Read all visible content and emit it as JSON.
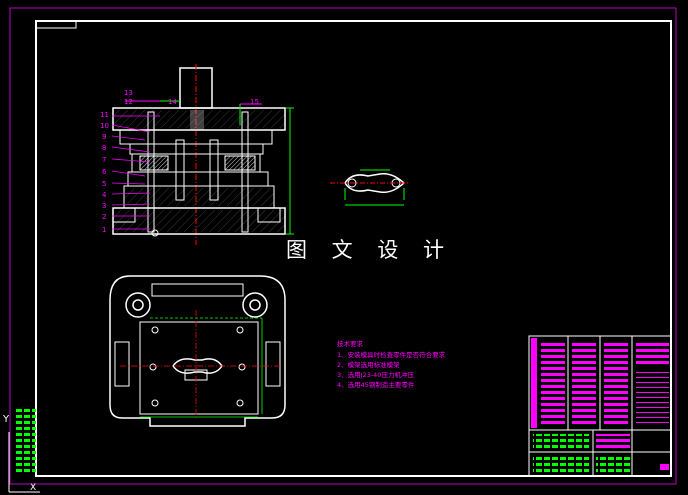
{
  "drawing": {
    "watermark": "图 文 设 计",
    "part_numbers": [
      "1",
      "2",
      "3",
      "4",
      "5",
      "6",
      "7",
      "8",
      "9",
      "10",
      "11",
      "12",
      "13",
      "14",
      "15"
    ],
    "tech_requirements": {
      "title": "技术要求",
      "lines": [
        "1、安装模具时检查零件是否符合要求",
        "2、模架选用标准模架",
        "3、选用J23-40压力机冲压",
        "4、选用45钢制造主要零件"
      ]
    },
    "ucs": {
      "y_axis": "Y",
      "x_axis": "X"
    }
  },
  "colors": {
    "background": "#000000",
    "outline": "#ffffff",
    "annotation": "#ff00ff",
    "dimension": "#00ff00",
    "frame": "#c000c0"
  }
}
